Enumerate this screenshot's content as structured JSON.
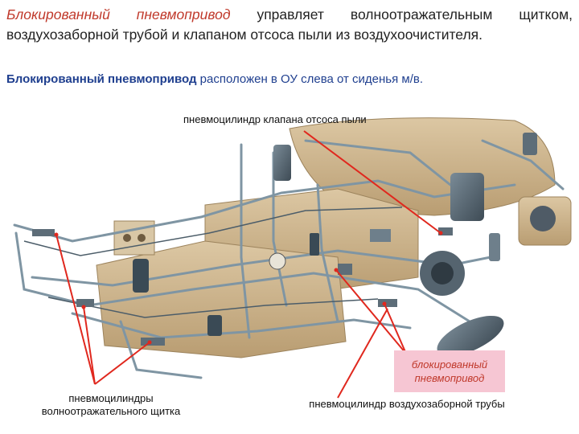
{
  "intro": {
    "highlight": "Блокированный пневмопривод",
    "rest": " управляет волноотражательным щитком, воздухозаборной трубой и клапаном отсоса пыли из воздухоочистителя."
  },
  "location": {
    "highlight": "Блокированный пневмопривод",
    "rest": " расположен в ОУ слева от сиденья м/в."
  },
  "labels": {
    "dust_valve": "пневмоцилиндр клапана отсоса пыли",
    "wave_shield_line1": "пневмоцилиндры",
    "wave_shield_line2": "волноотражательного щитка",
    "blocked_line1": "блокированный",
    "blocked_line2": "пневмопривод",
    "air_intake": "пневмоцилиндр воздухозаборной трубы"
  },
  "colors": {
    "accent_red": "#c0392b",
    "blue_text": "#1f3f8f",
    "badge_pink": "#f6c6d3",
    "hull_tan": "#cdb48c",
    "pipe_steel": "#7f95a3"
  }
}
